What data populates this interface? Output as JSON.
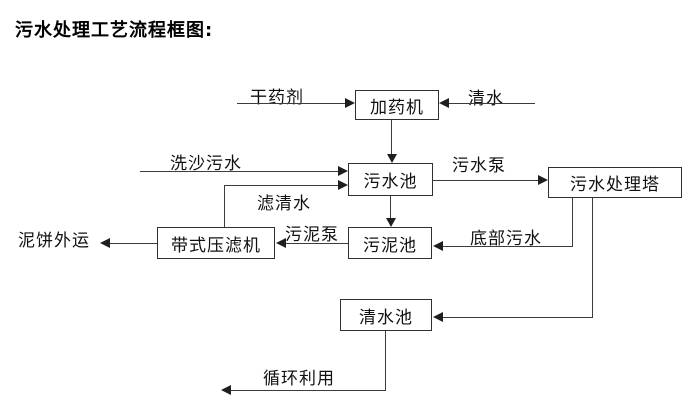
{
  "title": "污水处理工艺流程框图:",
  "diagram": {
    "nodes": {
      "dosing_machine": "加药机",
      "sewage_pool": "污水池",
      "treatment_tower": "污水处理塔",
      "belt_filter_press": "带式压滤机",
      "sludge_pool": "污泥池",
      "clean_water_pool": "清水池"
    },
    "labels": {
      "dry_agent": "干药剂",
      "clean_water": "清水",
      "sand_washing_sewage": "洗沙污水",
      "filtered_water": "滤清水",
      "sewage_pump": "污水泵",
      "bottom_sewage": "底部污水",
      "sludge_pump": "污泥泵",
      "mud_cake_out": "泥饼外运",
      "recycle": "循环利用"
    },
    "colors": {
      "background": "#ffffff",
      "line": "#3c3c3c",
      "box_border": "#2f2f2f",
      "text": "#111111"
    }
  }
}
